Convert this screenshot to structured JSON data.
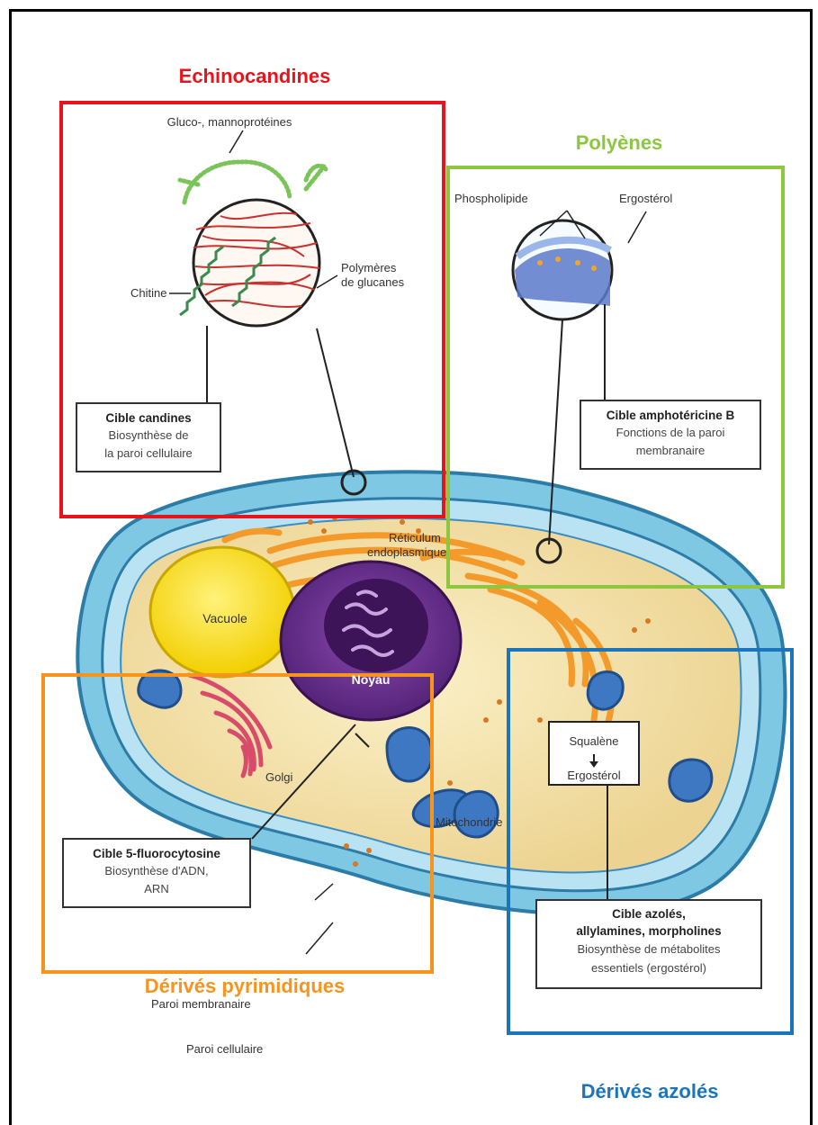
{
  "titles": {
    "echinocandines": "Echinocandines",
    "polyenes": "Polyènes",
    "pyrimidiques": "Dérivés pyrimidiques",
    "azoles": "Dérivés azolés"
  },
  "colors": {
    "echinocandines": "#e8141b",
    "polyenes": "#8dc63f",
    "pyrimidiques": "#f7941d",
    "azoles": "#1b75bc"
  },
  "cell_wall": {
    "label": "Gluco-, mannoprotéines",
    "chitine": "Chitine",
    "polymeres_1": "Polymères",
    "polymeres_2": "de glucanes"
  },
  "membrane": {
    "phospholipide": "Phospholipide",
    "ergosterol": "Ergostérol"
  },
  "targets": {
    "candines": {
      "title": "Cible candines",
      "line1": "Biosynthèse de",
      "line2": "la paroi cellulaire"
    },
    "amphotericine": {
      "title": "Cible amphotéricine B",
      "line1": "Fonctions de la paroi",
      "line2": "membranaire"
    },
    "fluorocytosine": {
      "title": "Cible 5-fluorocytosine",
      "line1": "Biosynthèse d'ADN,",
      "line2": "ARN"
    },
    "azoles": {
      "title1": "Cible azolés,",
      "title2": "allylamines, morpholines",
      "line1": "Biosynthèse de métabolites",
      "line2": "essentiels (ergostérol)"
    }
  },
  "organelles": {
    "reticulum_1": "Réticulum",
    "reticulum_2": "endoplasmique",
    "vacuole": "Vacuole",
    "noyau": "Noyau",
    "golgi": "Golgi",
    "mitochondrie": "Mitochondrie",
    "squalene": "Squalène",
    "ergosterol": "Ergostérol",
    "paroi_membranaire": "Paroi membranaire",
    "paroi_cellulaire": "Paroi cellulaire"
  }
}
